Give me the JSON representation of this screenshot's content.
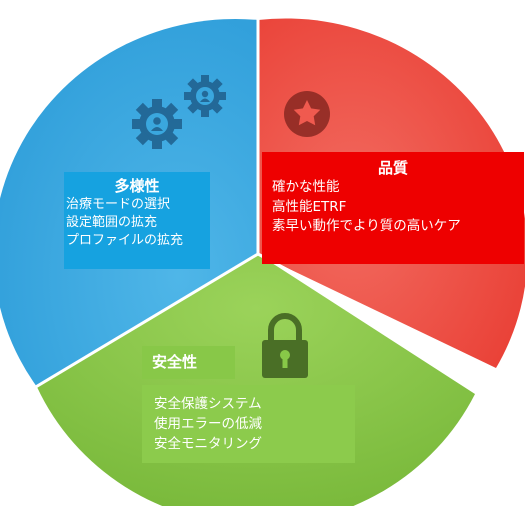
{
  "colors": {
    "quality": "#ef4b41",
    "safety": "#84c441",
    "variety": "#34a5de"
  },
  "segments": {
    "variety": {
      "title": "多様性",
      "lines": [
        "治療モードの選択",
        "設定範囲の拡充",
        "プロファイルの拡充"
      ],
      "icon": "gears-icon"
    },
    "quality": {
      "title": "品質",
      "lines": [
        "確かな性能",
        "高性能ETRF",
        "素早い動作でより質の高いケア"
      ],
      "icon": "star-icon"
    },
    "safety": {
      "title": "安全性",
      "lines": [
        "安全保護システム",
        "使用エラーの低減",
        "安全モニタリング"
      ],
      "icon": "padlock-icon"
    }
  }
}
